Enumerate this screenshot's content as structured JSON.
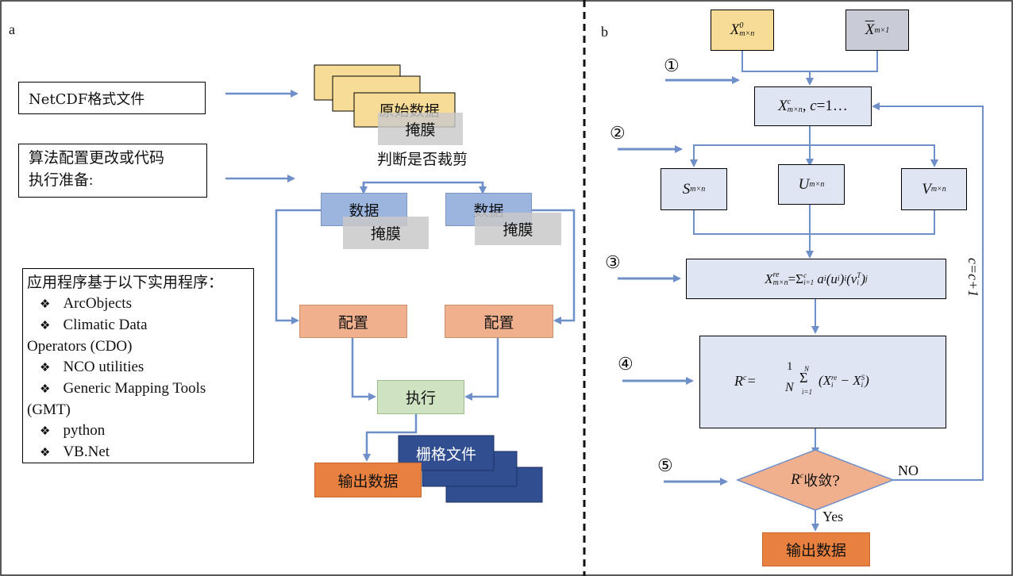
{
  "panel_a": {
    "label": "a",
    "netcdf": "NetCDF格式文件",
    "config_note_line1": "算法配置更改或代码",
    "config_note_line2": "执行准备:",
    "raw_data": "原始数据",
    "mask": "掩膜",
    "judge": "判断是否裁剪",
    "data": "数据",
    "configure": "配置",
    "execute": "执行",
    "raster_file": "栅格文件",
    "output": "输出数据",
    "utilities_title": "应用程序基于以下实用程序：",
    "utilities": [
      "ArcObjects",
      "Climatic Data",
      "Operators (CDO)",
      "NCO utilities",
      "Generic Mapping Tools",
      "(GMT)",
      "python",
      "VB.Net"
    ],
    "bullet": "❖"
  },
  "panel_b": {
    "label": "b",
    "steps": [
      "①",
      "②",
      "③",
      "④",
      "⑤"
    ],
    "x_equals": "=",
    "x_mid_tail": "=1…",
    "sum_sym": "Σ",
    "sum_sub": "i=1",
    "sum_sup": "c",
    "r_frac_num": "1",
    "r_frac_den": "N",
    "r_sum_sub": "i=1",
    "r_sum_sup": "N",
    "converge_tail": "收敛?",
    "no": "NO",
    "yes": "Yes",
    "loop": "c=c+1",
    "output": "输出数据"
  },
  "colors": {
    "arrow": "#6f8fc9",
    "yellow": "#f6dc97",
    "grayblue": "#c9cbd6",
    "lightblue": "#dfe5f2",
    "blue_data": "#9bb5df",
    "gray_mask": "#c9c9c9",
    "salmon": "#f1b08d",
    "green": "#cfe3c2",
    "orange": "#e8803f",
    "navy": "#314f90",
    "diamond": "#f1b08d"
  }
}
